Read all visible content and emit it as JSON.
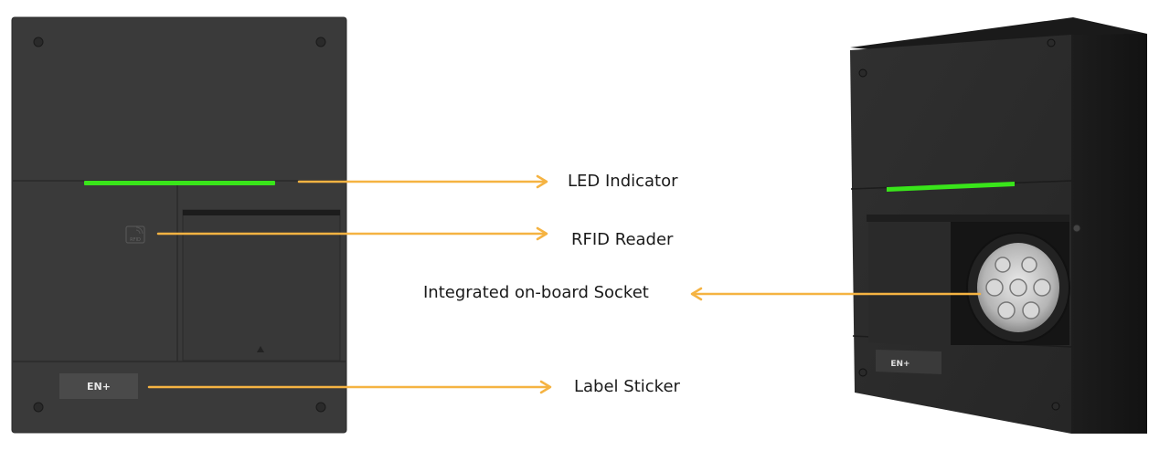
{
  "callouts": {
    "led_indicator": "LED Indicator",
    "rfid_reader": "RFID Reader",
    "integrated_socket": "Integrated on-board Socket",
    "label_sticker": "Label Sticker"
  },
  "device": {
    "brand_logo": "EN+",
    "rfid_icon_text": "RFID"
  },
  "colors": {
    "body": "#3b3b3b",
    "body_dark": "#2e2e2e",
    "led": "#39e51a",
    "arrow": "#f5b342"
  }
}
